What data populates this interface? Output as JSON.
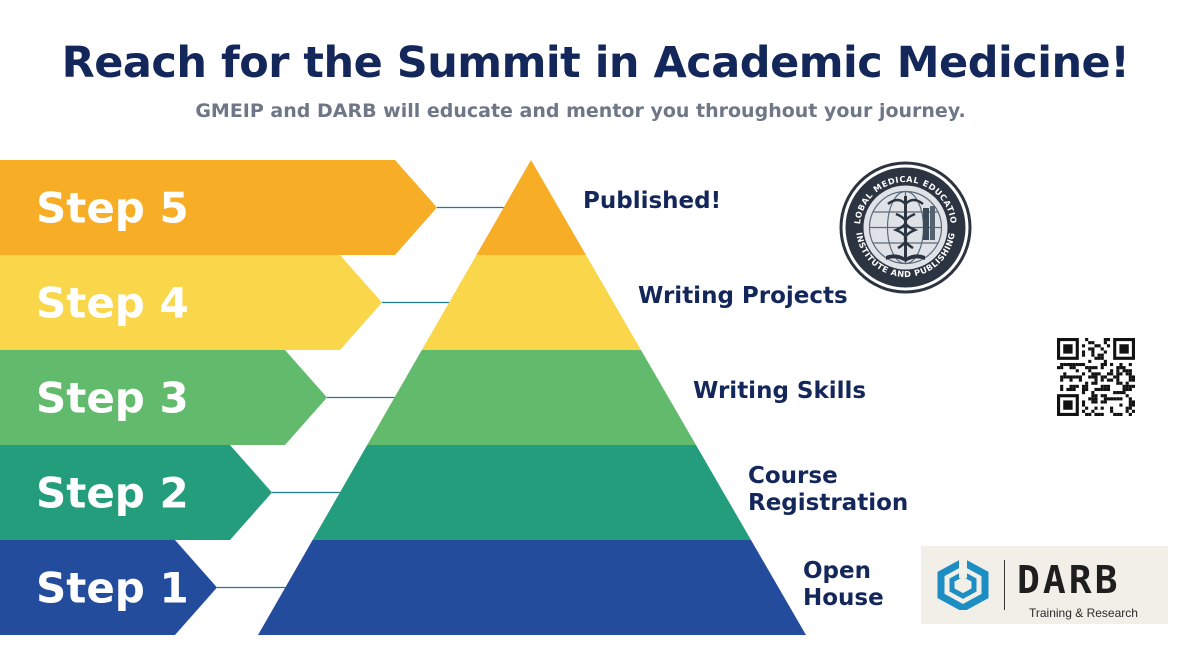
{
  "header": {
    "title": "Reach for the Summit in Academic Medicine!",
    "subtitle": "GMEIP and DARB will educate and mentor you throughout your journey."
  },
  "steps": [
    {
      "label": "Step 5",
      "level": [
        "Published!"
      ],
      "color": "#f8ad27"
    },
    {
      "label": "Step 4",
      "level": [
        "Writing Projects"
      ],
      "color": "#fad64a"
    },
    {
      "label": "Step 3",
      "level": [
        "Writing Skills"
      ],
      "color": "#62bb6c"
    },
    {
      "label": "Step 2",
      "level": [
        "Course",
        "Registration"
      ],
      "color": "#239d7b"
    },
    {
      "label": "Step 1",
      "level": [
        "Open",
        "House"
      ],
      "color": "#234c9d"
    }
  ],
  "seal": {
    "top_text": "GLOBAL MEDICAL EDUCATION",
    "bottom_text": "INSTITUTE AND PUBLISHING"
  },
  "darb": {
    "name": "DARB",
    "tagline": "Training & Research"
  },
  "colors": {
    "title": "#14275a",
    "subtitle": "#6e7787",
    "connector": "#1f7a8f",
    "seal_dark": "#2b3440"
  },
  "icons": {
    "seal": "caduceus-globe-seal-icon",
    "qr": "qr-code-icon",
    "darb_logo": "darb-hexagon-logo-icon"
  }
}
